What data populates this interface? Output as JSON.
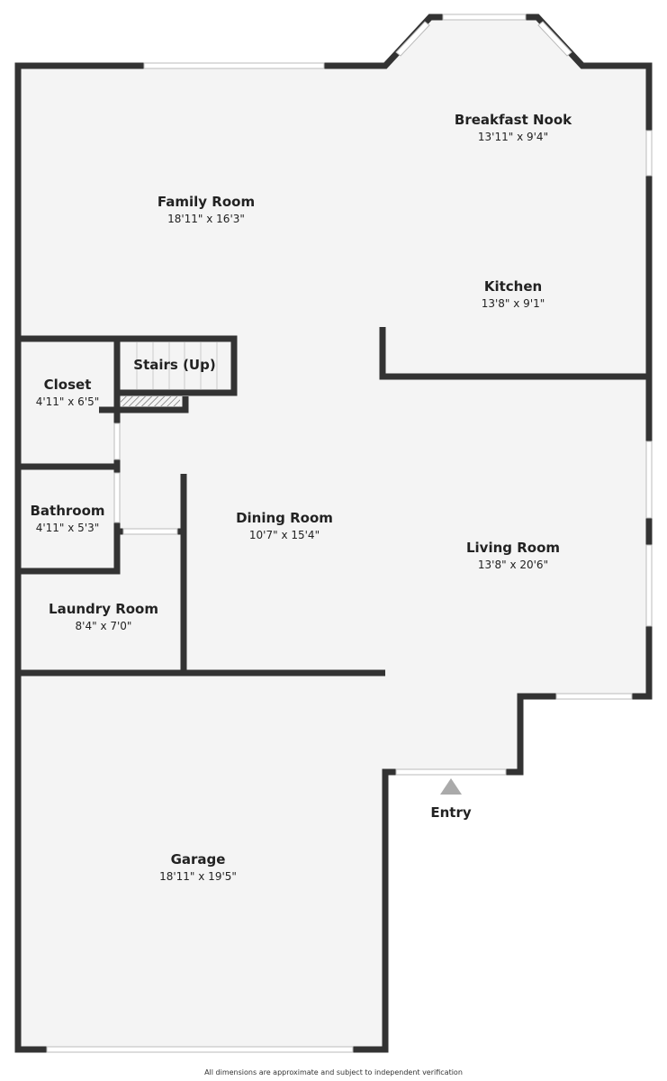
{
  "rooms": [
    {
      "name": "Breakfast Nook",
      "dims": "13'11\" x 9'4\""
    },
    {
      "name": "Family Room",
      "dims": "18'11\" x 16'3\""
    },
    {
      "name": "Kitchen",
      "dims": "13'8\" x 9'1\""
    },
    {
      "name": "Stairs (Up)",
      "dims": ""
    },
    {
      "name": "Closet",
      "dims": "4'11\" x 6'5\""
    },
    {
      "name": "Dining Room",
      "dims": "10'7\" x 15'4\""
    },
    {
      "name": "Living Room",
      "dims": "13'8\" x 20'6\""
    },
    {
      "name": "Bathroom",
      "dims": "4'11\" x 5'3\""
    },
    {
      "name": "Laundry Room",
      "dims": "8'4\" x 7'0\""
    },
    {
      "name": "Garage",
      "dims": "18'11\" x 19'5\""
    }
  ],
  "entry": "Entry",
  "footer": "All dimensions are approximate and subject to independent verification",
  "colors": {
    "wall": "#333333",
    "floor": "#f4f4f4"
  }
}
